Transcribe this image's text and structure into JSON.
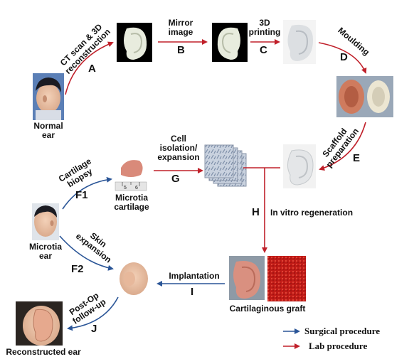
{
  "nodes": {
    "normal_ear": "Normal\near",
    "microtia_cartilage": "Microtia\ncartilage",
    "microtia_ear": "Microtia\near",
    "cartilaginous_graft": "Cartilaginous graft",
    "reconstructed_ear": "Reconstructed ear"
  },
  "processes": {
    "a": {
      "step": "A",
      "label": "CT scan & 3D\nreconstruction"
    },
    "b": {
      "step": "B",
      "label": "Mirror\nimage"
    },
    "c": {
      "step": "C",
      "label": "3D\nprinting"
    },
    "d": {
      "step": "D",
      "label": "Moulding"
    },
    "e": {
      "step": "E",
      "label": "Scaffold\npreparation"
    },
    "f1": {
      "step": "F1",
      "label": "Cartilage\nbiopsy"
    },
    "f2": {
      "step": "F2",
      "label": "Skin\nexpansion"
    },
    "g": {
      "step": "G",
      "label": "Cell\nisolation/\nexpansion"
    },
    "h": {
      "step": "H",
      "label": "In vitro regeneration"
    },
    "i": {
      "step": "I",
      "label": "Implantation"
    },
    "j": {
      "step": "J",
      "label": "Post-Op\nfollow-up"
    }
  },
  "legend": {
    "surgical": {
      "label": "Surgical procedure",
      "color": "#2a5597"
    },
    "lab": {
      "label": "Lab procedure",
      "color": "#c0202a"
    }
  },
  "ruler_marks": [
    "5",
    "6"
  ]
}
